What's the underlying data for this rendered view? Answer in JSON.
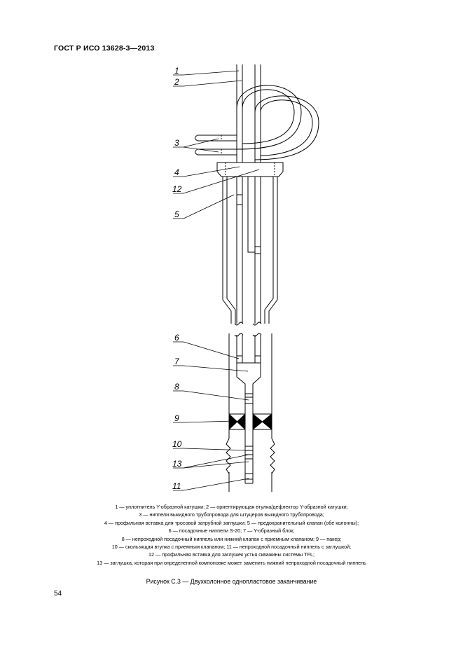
{
  "header": {
    "standard": "ГОСТ Р ИСО  13628-3—2013"
  },
  "figure": {
    "labels": [
      "1",
      "2",
      "3",
      "4",
      "12",
      "5",
      "6",
      "7",
      "8",
      "9",
      "10",
      "13",
      "11"
    ],
    "legend": [
      "1 — уплотнитель Y-образной катушки; 2 — ориентирующая втулка/дефлектор Y-образной катушки;",
      "3 — ниппели выкидного трубопровода для штуцеров выкидного трубопровода;",
      "4 — профильная вставка для тросовой затрубной заглушки; 5 — предохранительный клапан (обе колонны);",
      "6 — посадочные ниппели S-20; 7 — Y-образный блок;",
      "8 — непроходной посадочный ниппель или нижний клапан с приемным клапаном; 9 — пакер;",
      "10 — скользящая втулка с приемным клапаном; 11 — непроходной посадочный ниппель с заглушкой;",
      "12 — профильная вставка для заглушек устья скважины системы TFL;",
      "13 — заглушка, которая при определенной компоновке может заменить нижний непроходной посадочный ниппель"
    ],
    "title": "Рисунок С.3 — Двухколонное однопластовое заканчивание"
  },
  "footer": {
    "page_number": "54"
  }
}
